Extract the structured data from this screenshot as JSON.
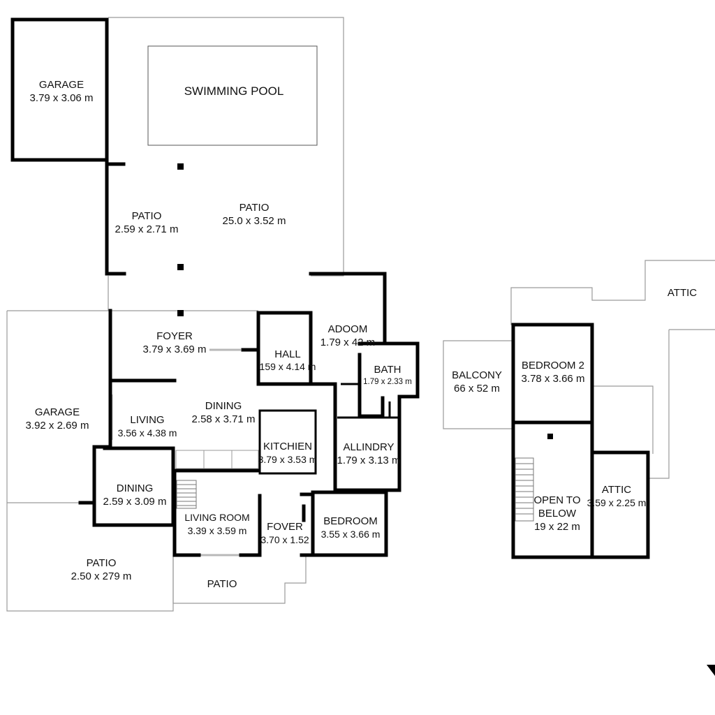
{
  "rooms": {
    "garage_top": {
      "name": "GARAGE",
      "dim": "3.79 x 3.06 m"
    },
    "pool": {
      "name": "SWIMMING POOL"
    },
    "patio_small": {
      "name": "PATIO",
      "dim": "2.59 x 2.71 m"
    },
    "patio_large": {
      "name": "PATIO",
      "dim": "25.0 x 3.52 m"
    },
    "foyer": {
      "name": "FOYER",
      "dim": "3.79 x 3.69 m"
    },
    "hall": {
      "name": "HALL",
      "dim": "159 x 4.14 m"
    },
    "adoom": {
      "name": "ADOOM",
      "dim": "1.79 x 42 m"
    },
    "bath": {
      "name": "BATH",
      "dim": "1.79 x 2.33 m"
    },
    "garage_left": {
      "name": "GARAGE",
      "dim": "3.92 x 2.69 m"
    },
    "living": {
      "name": "LIVING",
      "dim": "3.56 x 4.38 m"
    },
    "dining_main": {
      "name": "DINING",
      "dim": "2.58 x 3.71 m"
    },
    "kitchen": {
      "name": "KITCHIEN",
      "dim": "3.79 x 3.53 m"
    },
    "laundry": {
      "name": "ALLINDRY",
      "dim": "1.79 x 3.13 m"
    },
    "dining_small": {
      "name": "DINING",
      "dim": "2.59 x 3.09 m"
    },
    "living_room": {
      "name": "LIVING ROOM",
      "dim": "3.39 x 3.59 m"
    },
    "fover": {
      "name": "FOVER",
      "dim": "3.70 x 1.52"
    },
    "bedroom": {
      "name": "BEDROOM",
      "dim": "3.55 x 3.66 m"
    },
    "patio_bottom_left": {
      "name": "PATIO",
      "dim": "2.50 x 279 m"
    },
    "patio_bottom": {
      "name": "PATIO"
    },
    "balcony": {
      "name": "BALCONY",
      "dim": "66 x 52 m"
    },
    "bedroom2": {
      "name": "BEDROOM 2",
      "dim": "3.78 x 3.66 m"
    },
    "attic_top": {
      "name": "ATTIC"
    },
    "open_below": {
      "name": "OPEN TO",
      "name2": "BELOW",
      "dim": "19 x 22 m"
    },
    "attic_small": {
      "name": "ATTIC",
      "dim": "3.59 x 2.25 m"
    }
  }
}
